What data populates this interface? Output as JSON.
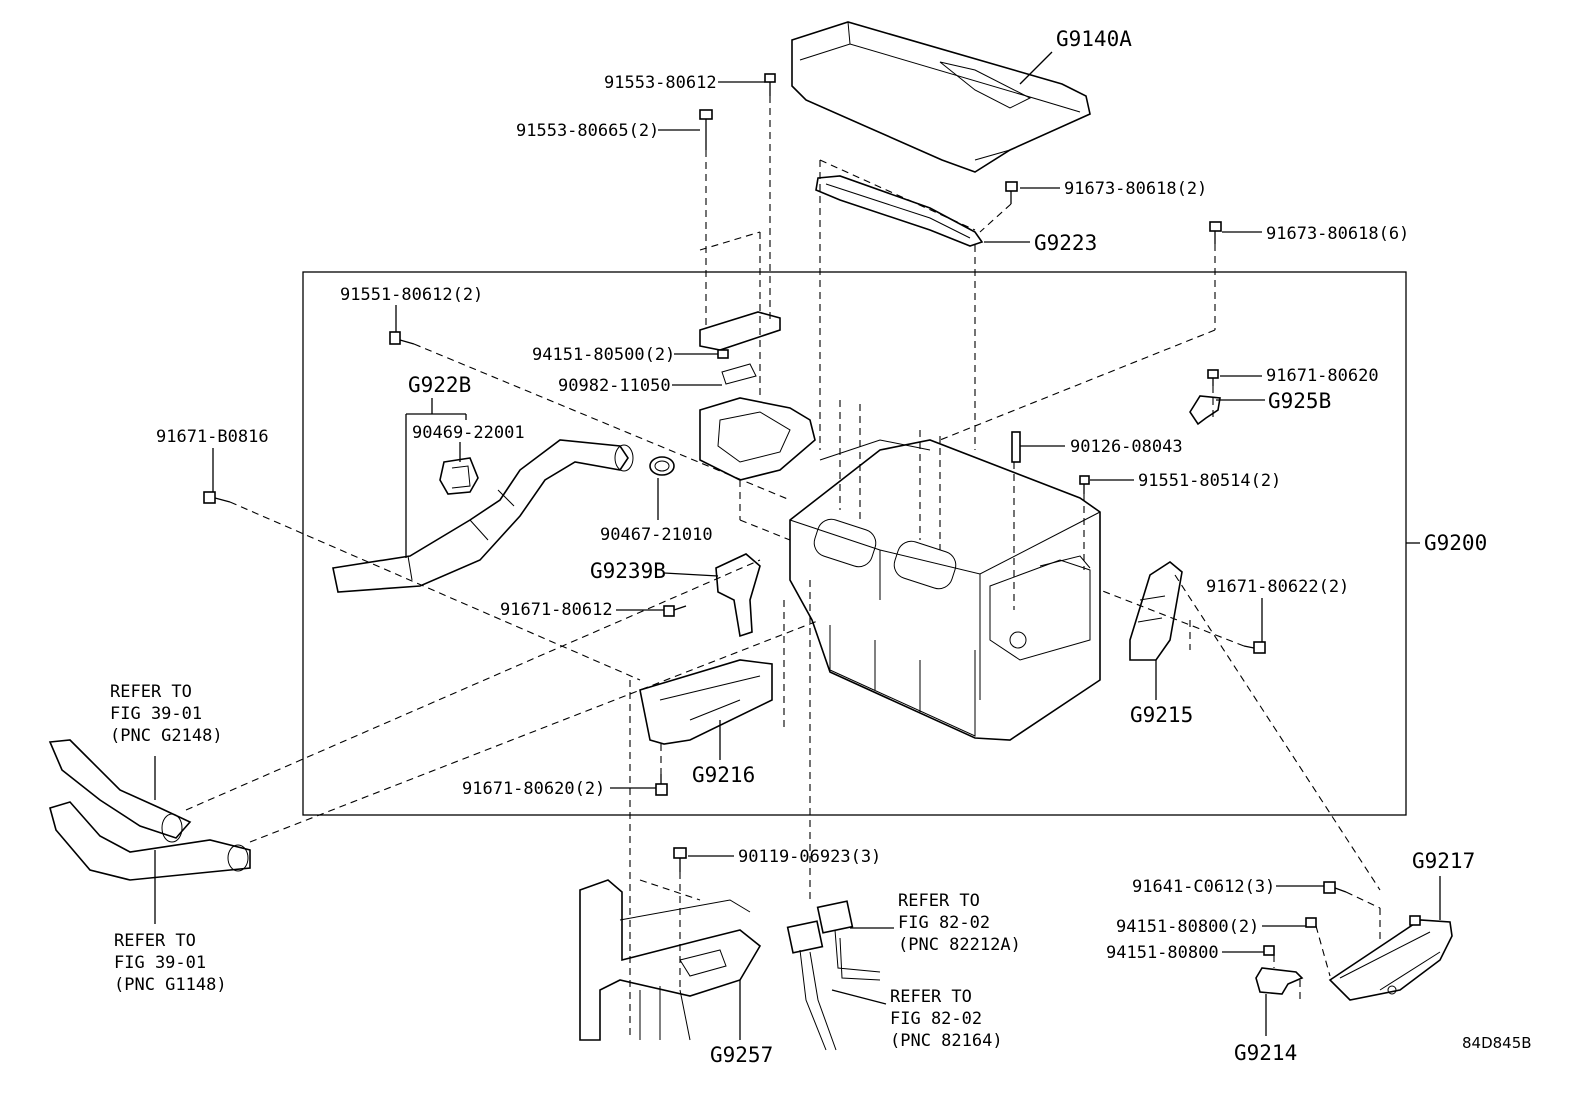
{
  "diagram_code": "84D845B",
  "callouts": {
    "g9140a": "G9140A",
    "p91553_80612": "91553-80612",
    "p91553_80665": "91553-80665(2)",
    "p91673_80618_2": "91673-80618(2)",
    "g9223": "G9223",
    "p91673_80618_6": "91673-80618(6)",
    "p91551_80612": "91551-80612(2)",
    "p94151_80500": "94151-80500(2)",
    "p90982_11050": "90982-11050",
    "g922b": "G922B",
    "p90469_22001": "90469-22001",
    "p91671_b0816": "91671-B0816",
    "p90467_21010": "90467-21010",
    "p91671_80620": "91671-80620",
    "g925b": "G925B",
    "p90126_08043": "90126-08043",
    "p91551_80514": "91551-80514(2)",
    "g9200": "G9200",
    "g9239b": "G9239B",
    "p91671_80612": "91671-80612",
    "p91671_80622": "91671-80622(2)",
    "g9215": "G9215",
    "g9216": "G9216",
    "p91671_80620_2": "91671-80620(2)",
    "p90119_06923": "90119-06923(3)",
    "g9257": "G9257",
    "g9217": "G9217",
    "p91641_c0612": "91641-C0612(3)",
    "p94151_80800_2": "94151-80800(2)",
    "p94151_80800": "94151-80800",
    "g9214": "G9214"
  },
  "refs": {
    "ref_g2148": [
      "REFER TO",
      "FIG 39-01",
      "(PNC G2148)"
    ],
    "ref_g1148": [
      "REFER TO",
      "FIG 39-01",
      "(PNC G1148)"
    ],
    "ref_82212a": [
      "REFER TO",
      "FIG 82-02",
      "(PNC 82212A)"
    ],
    "ref_82164": [
      "REFER TO",
      "FIG 82-02",
      "(PNC 82164)"
    ]
  }
}
